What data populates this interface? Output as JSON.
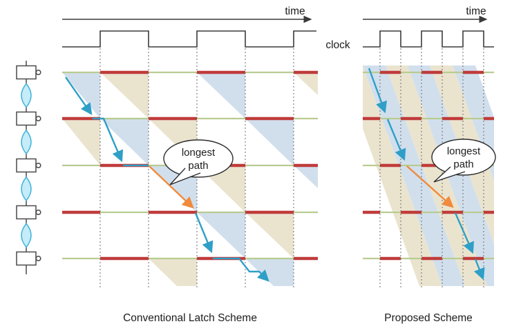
{
  "figure": {
    "clock_label": "clock",
    "left_panel": {
      "time_label": "time",
      "caption": "Conventional Latch Scheme",
      "bubble": {
        "line1": "longest",
        "line2": "path"
      }
    },
    "right_panel": {
      "time_label": "time",
      "caption": "Proposed Scheme",
      "bubble": {
        "line1": "longest",
        "line2": "path"
      }
    }
  },
  "colors": {
    "latch_closed_red": "#c03b3b",
    "latch_open_green": "#b8cc90",
    "slack_beige": "#e8e1ca",
    "propagation_blue": "#ccdceb",
    "arrow_blue": "#2f9fc7",
    "arrow_orange": "#f08a3c",
    "logic_fill": "#c5ecf8"
  }
}
